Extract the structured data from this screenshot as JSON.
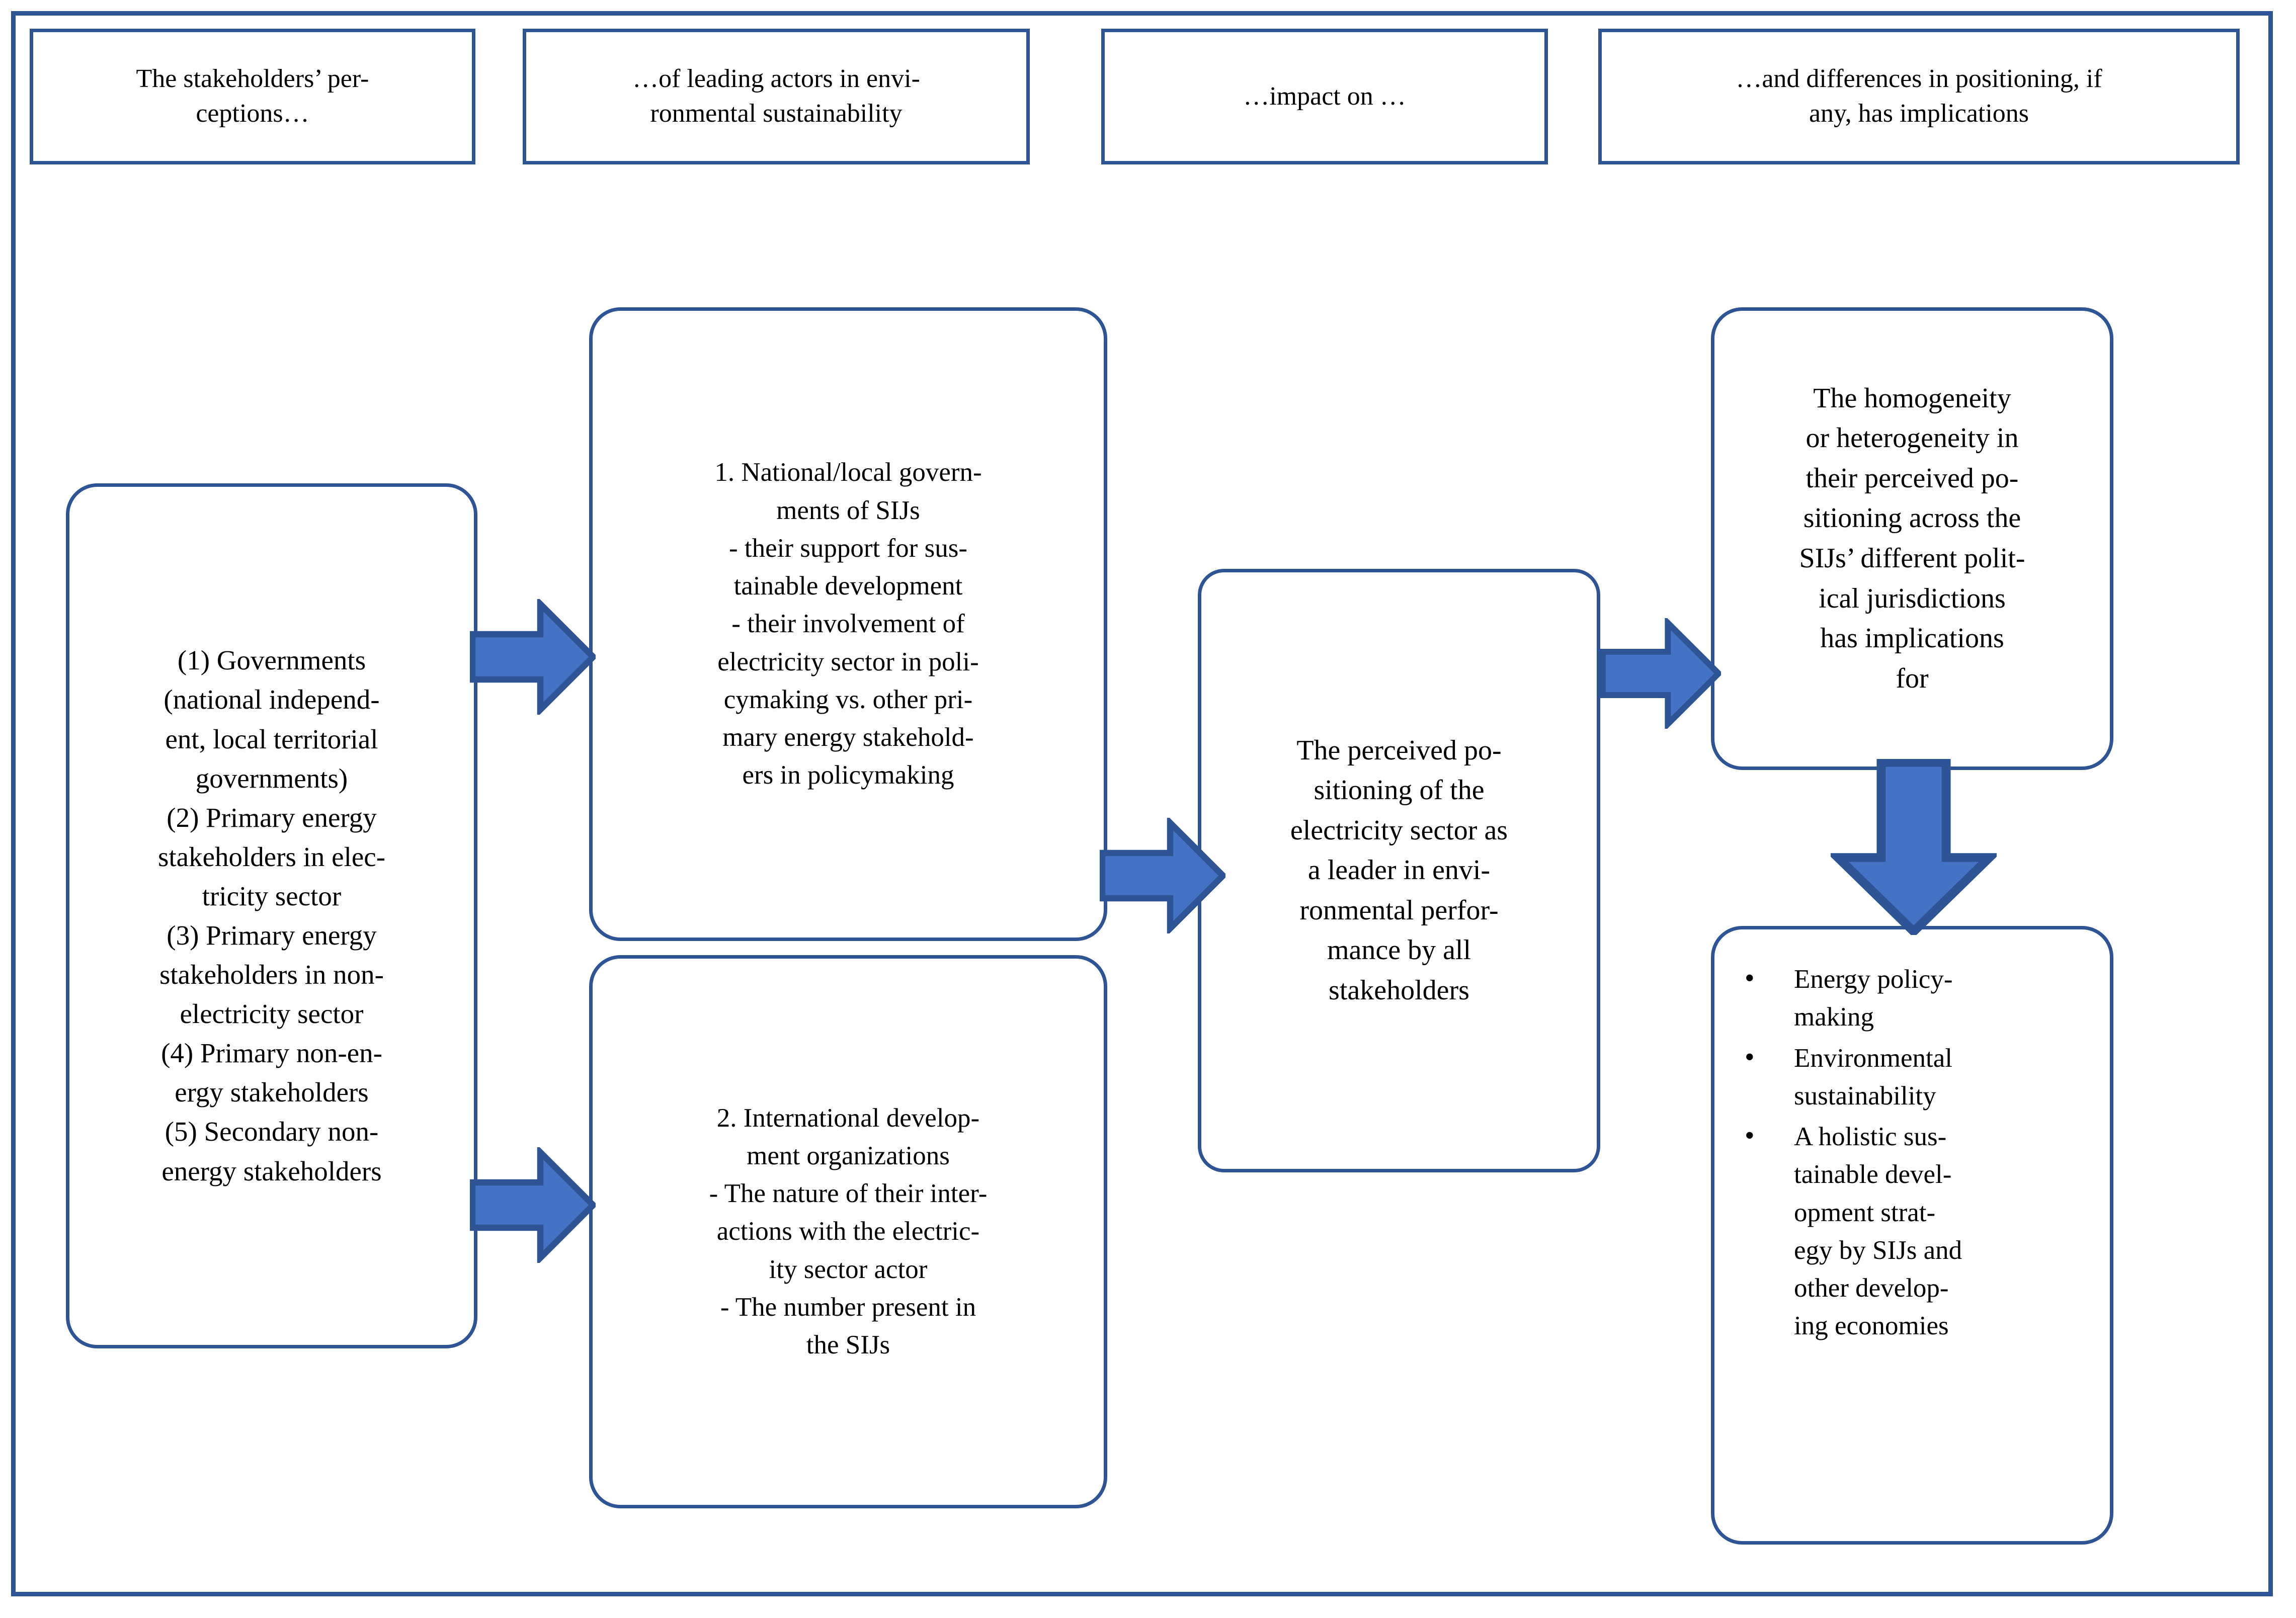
{
  "colors": {
    "frame_border": "#2E5496",
    "box_border": "#2E5496",
    "arrow_fill": "#4472C4",
    "arrow_stroke": "#2E5496",
    "text": "#000000",
    "background": "#FFFFFF"
  },
  "headers": [
    {
      "id": "header-perceptions",
      "text": "The stakeholders’ per-ceptions…"
    },
    {
      "id": "header-leading-actors",
      "text": "…of leading actors in envi-ronmental sustainability"
    },
    {
      "id": "header-impact",
      "text": "…impact on …"
    },
    {
      "id": "header-implications",
      "text": "…and differences in positioning, if any, has implications"
    }
  ],
  "boxes": {
    "stakeholders": {
      "title": "Stakeholder categories",
      "lines": [
        "(1) Governments",
        "(national independ-",
        "ent, local territorial",
        "governments)",
        "(2) Primary energy",
        "stakeholders in elec-",
        "tricity sector",
        "(3) Primary energy",
        "stakeholders in non-",
        "electricity sector",
        "(4) Primary non-en-",
        "ergy stakeholders",
        "(5) Secondary non-",
        "energy stakeholders"
      ]
    },
    "governments": {
      "title": "National/local governments of SIJs",
      "lines": [
        "1. National/local govern-",
        "ments of SIJs",
        "- their support for sus-",
        "tainable development",
        "- their involvement of",
        "electricity sector in poli-",
        "cymaking vs. other pri-",
        "mary energy stakehold-",
        "ers in policymaking"
      ]
    },
    "international": {
      "title": "International development organizations",
      "lines": [
        "2. International develop-",
        "ment organizations",
        "- The nature of their inter-",
        "actions with the electric-",
        "ity sector actor",
        "- The number present in",
        "the SIJs"
      ]
    },
    "perceived_positioning": {
      "title": "The perceived positioning of the electricity sector",
      "lines": [
        "The perceived po-",
        "sitioning of the",
        "electricity sector as",
        "a leader in envi-",
        "ronmental perfor-",
        "mance by all",
        "stakeholders"
      ]
    },
    "homogeneity": {
      "title": "Homogeneity or heterogeneity in perceived positioning",
      "lines": [
        "The homogeneity",
        "or heterogeneity in",
        "their perceived po-",
        "sitioning across the",
        "SIJs’ different polit-",
        "ical jurisdictions",
        "has implications",
        "for"
      ]
    },
    "implications": {
      "title": "Implications",
      "bullets": [
        "Energy policy-making",
        "Environmental sustainability",
        "A holistic sus-tainable devel-opment strat-egy by SIJs and other develop-ing economies"
      ],
      "bullet_lines": [
        [
          "Energy policy-",
          "making"
        ],
        [
          "Environmental",
          "sustainability"
        ],
        [
          "A holistic sus-",
          "tainable devel-",
          "opment strat-",
          "egy by SIJs and",
          "other develop-",
          "ing economies"
        ]
      ]
    }
  },
  "arrows": [
    {
      "id": "arrow-stakeholders-to-governments",
      "direction": "right"
    },
    {
      "id": "arrow-stakeholders-to-international",
      "direction": "right"
    },
    {
      "id": "arrow-governments-to-positioning",
      "direction": "right"
    },
    {
      "id": "arrow-positioning-to-homogeneity",
      "direction": "right"
    },
    {
      "id": "arrow-homogeneity-to-implications",
      "direction": "down"
    }
  ]
}
